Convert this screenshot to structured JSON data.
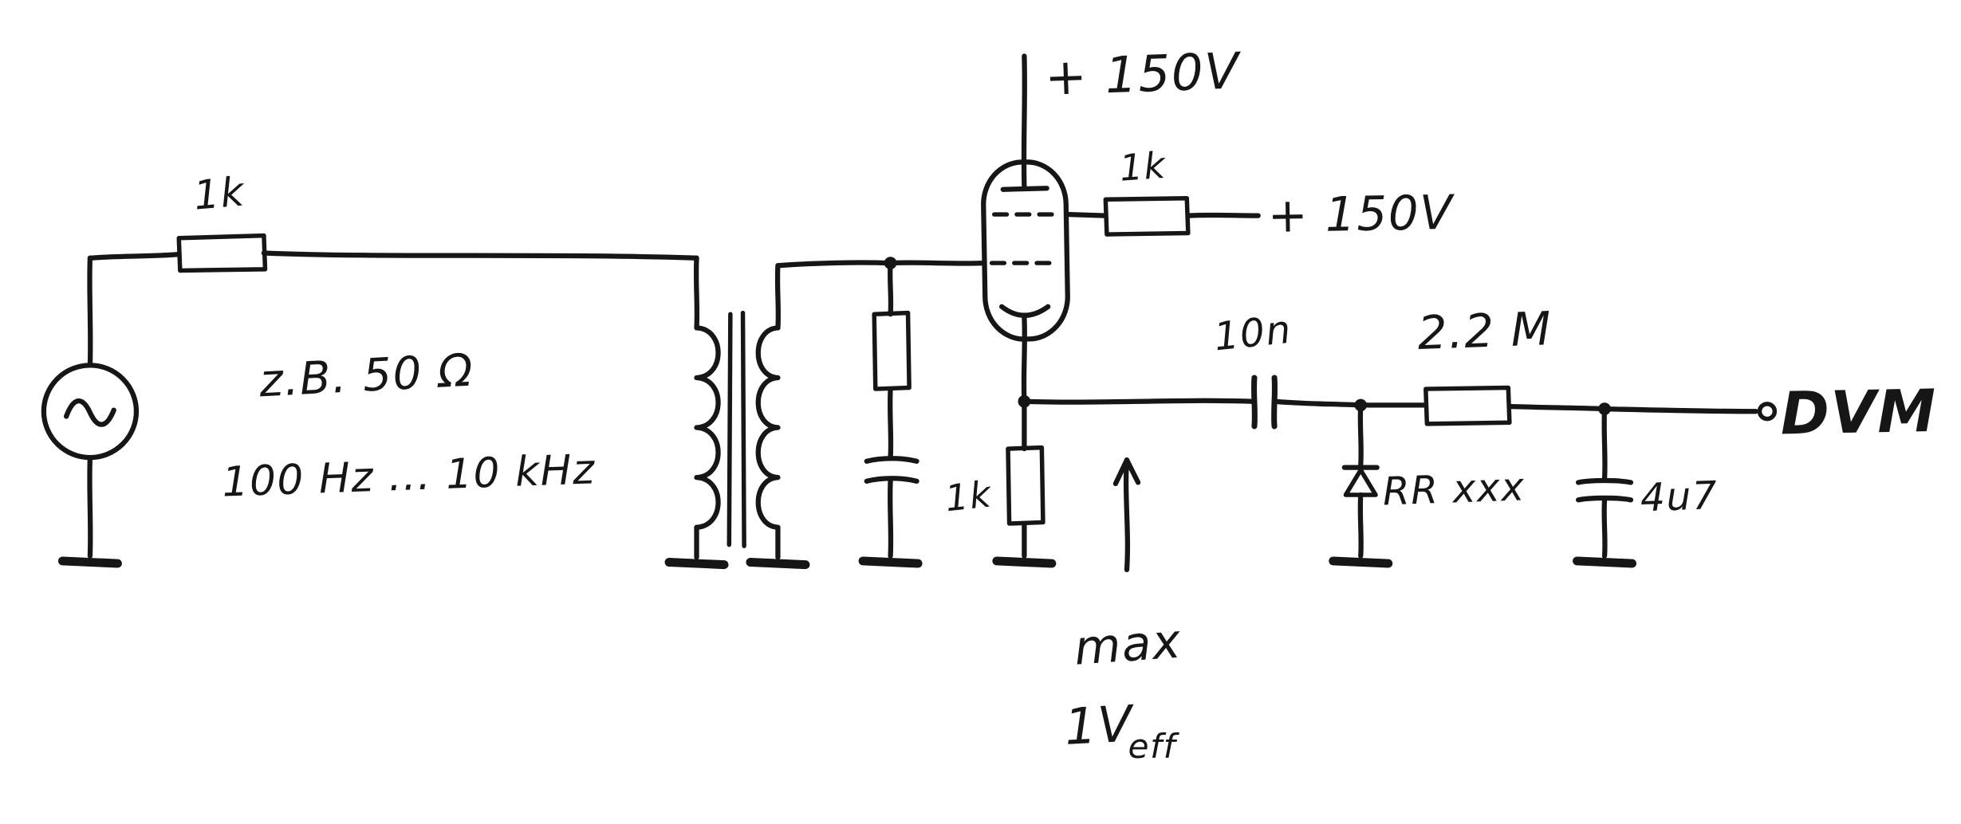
{
  "colors": {
    "ink": "#161616",
    "paper": "#ffffff"
  },
  "labels": {
    "input_resistor": "1k",
    "source_impedance": "z.B. 50 Ω",
    "frequency_range": "100 Hz ... 10 kHz",
    "anode_supply": "+ 150V",
    "screen_resistor": "1k",
    "screen_supply": "+ 150V",
    "cathode_resistor": "1k",
    "level_max": "max",
    "level_value": "1V",
    "level_subscript": "eff",
    "coupling_capacitor": "10n",
    "series_resistor": "2.2 M",
    "diode": "RR xxx",
    "filter_capacitor": "4u7",
    "output_device": "DVM"
  }
}
